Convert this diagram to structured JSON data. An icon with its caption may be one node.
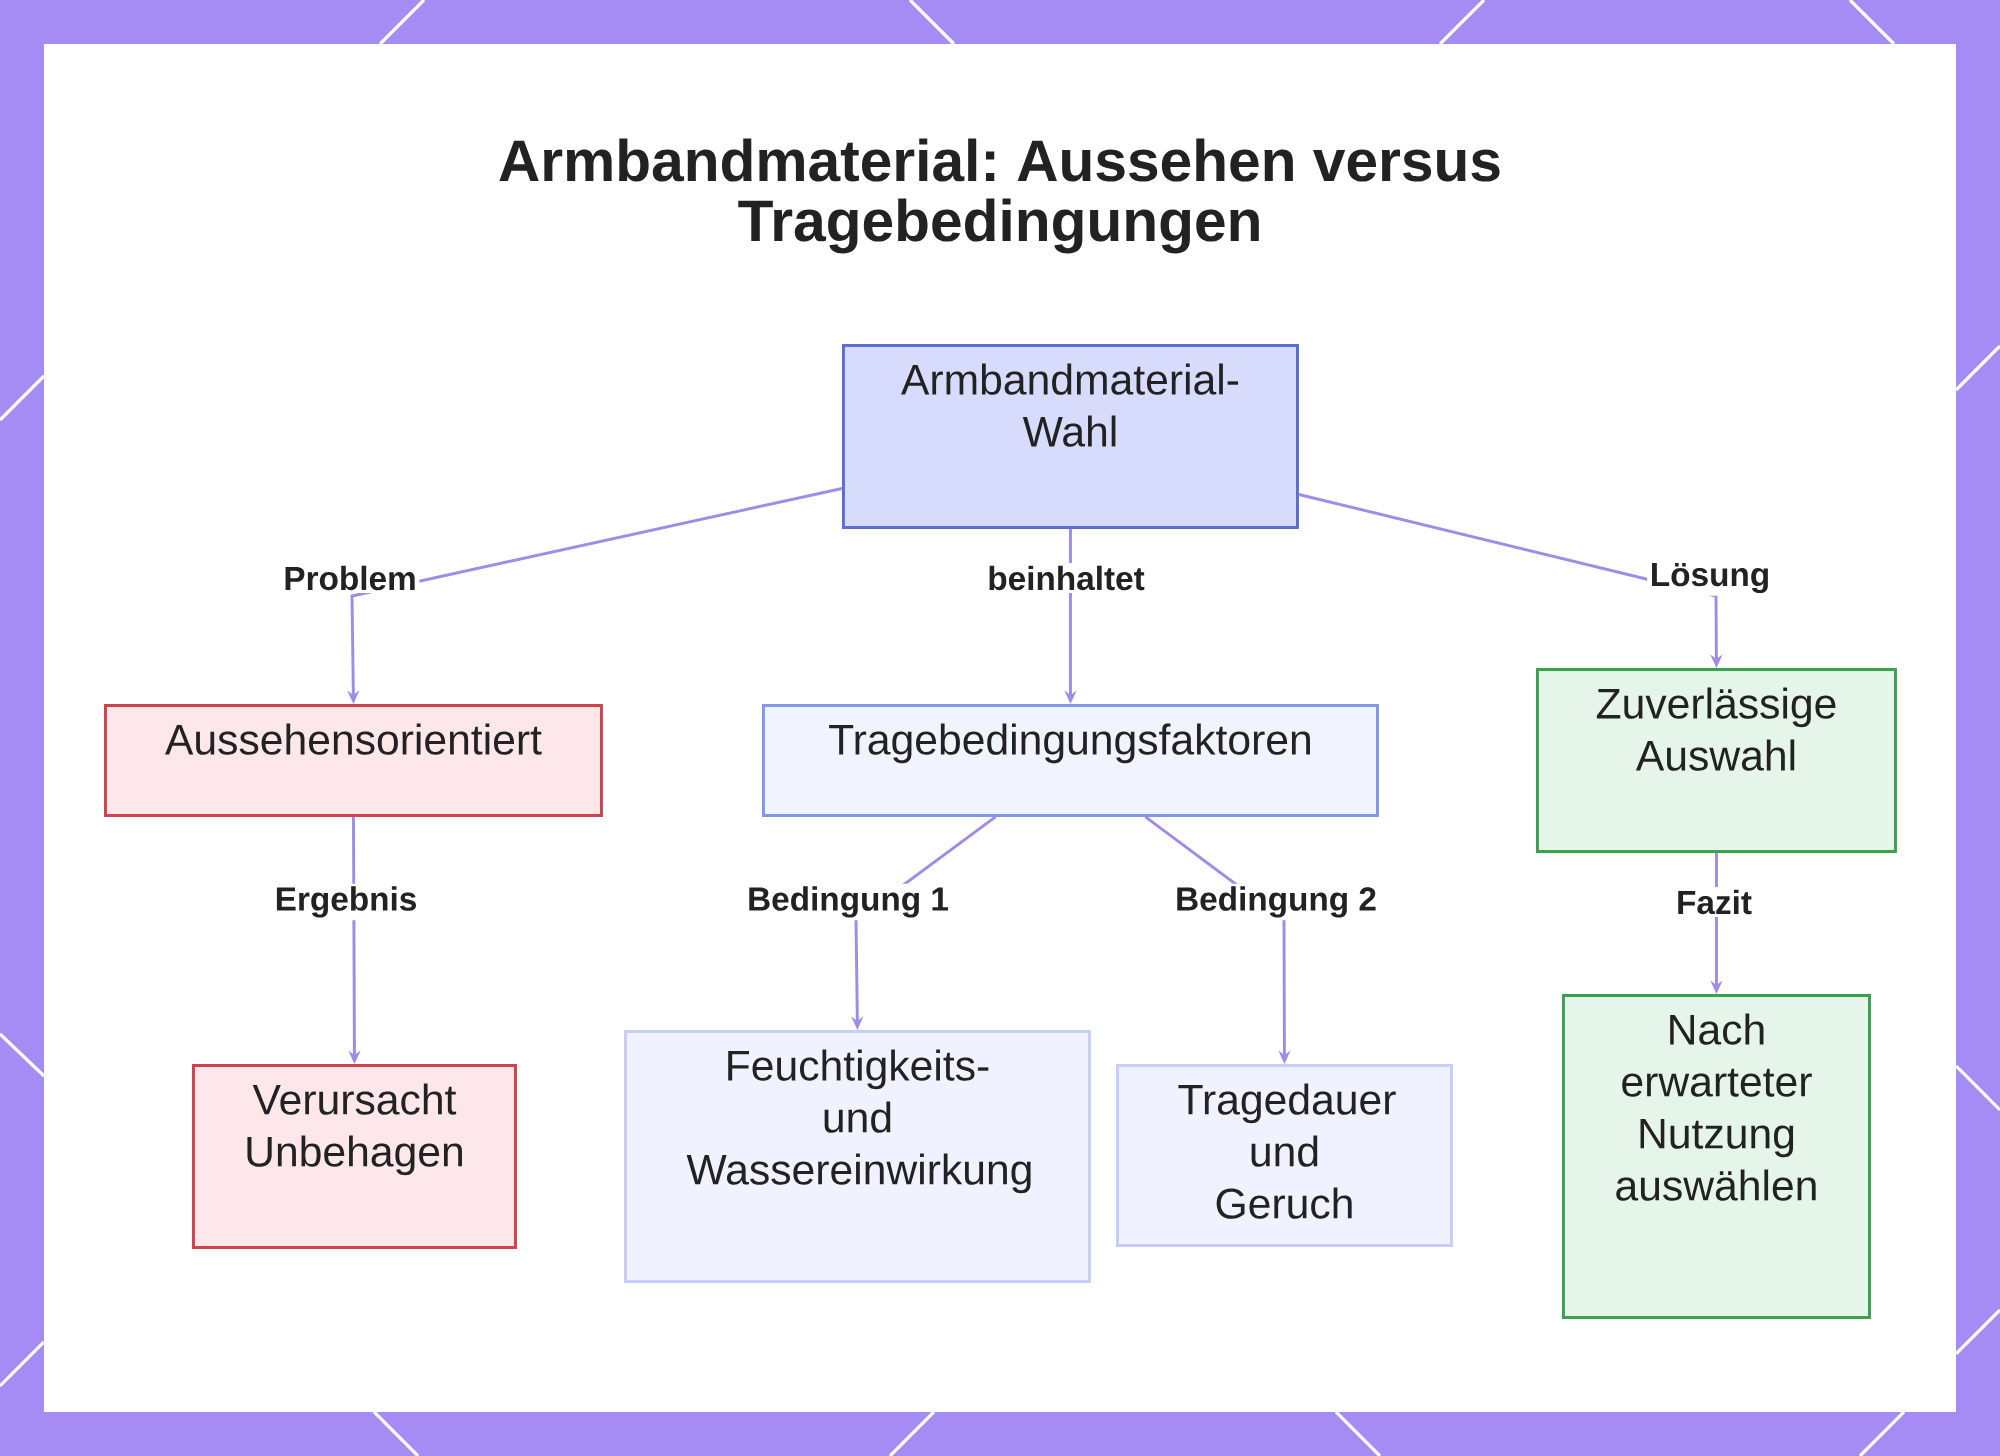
{
  "diagram": {
    "title": "Armbandmaterial: Aussehen versus Tragebedingungen",
    "nodes": [
      {
        "text": [
          "Armbandmaterial-Wahl"
        ]
      },
      {
        "text": [
          "Aussehensorientiert"
        ]
      },
      {
        "text": [
          "Tragebedingungsfaktoren"
        ]
      },
      {
        "text": [
          "Zuverlässige Auswahl"
        ]
      },
      {
        "text": [
          "Verursacht Unbehagen"
        ]
      },
      {
        "text": [
          "Feuchtigkeits- und Wassereinwirkung"
        ]
      },
      {
        "text": [
          "Tragedauer und Geruch"
        ]
      },
      {
        "text": [
          "Nach erwarteter Nutzung auswählen"
        ]
      }
    ],
    "edges": [
      {
        "from": 0,
        "to": 1,
        "arrow": "to",
        "label": "Problem"
      },
      {
        "from": 0,
        "to": 2,
        "arrow": "to",
        "label": "beinhaltet"
      },
      {
        "from": 0,
        "to": 3,
        "arrow": "to",
        "label": "Lösung"
      },
      {
        "from": 1,
        "to": 4,
        "arrow": "to",
        "label": "Ergebnis"
      },
      {
        "from": 2,
        "to": 5,
        "arrow": "to",
        "label": "Bedingung 1"
      },
      {
        "from": 2,
        "to": 6,
        "arrow": "to",
        "label": "Bedingung 2"
      },
      {
        "from": 3,
        "to": 7,
        "arrow": "to",
        "label": "Fazit"
      }
    ]
  }
}
